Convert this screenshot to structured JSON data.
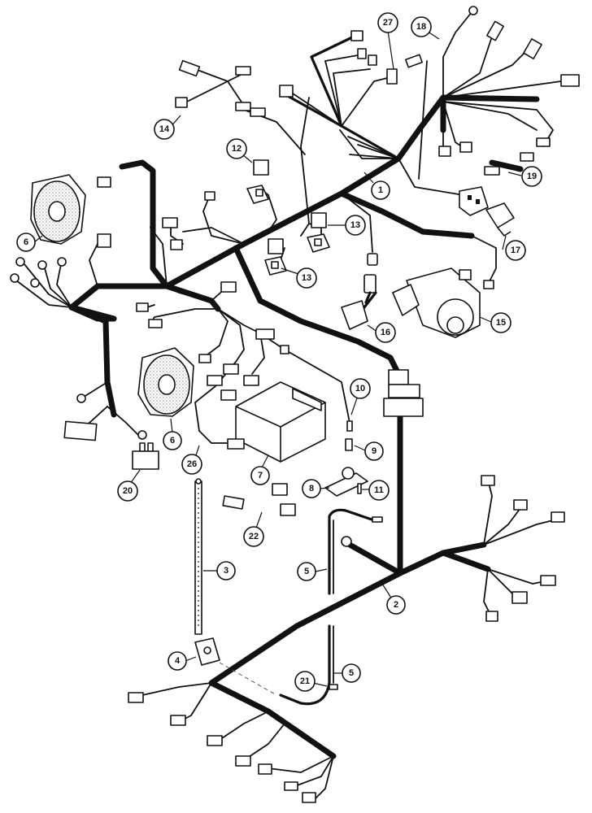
{
  "callouts": [
    {
      "id": "c1",
      "label": "1"
    },
    {
      "id": "c2",
      "label": "2"
    },
    {
      "id": "c3",
      "label": "3"
    },
    {
      "id": "c4",
      "label": "4"
    },
    {
      "id": "c5a",
      "label": "5"
    },
    {
      "id": "c5b",
      "label": "5"
    },
    {
      "id": "c6a",
      "label": "6"
    },
    {
      "id": "c6b",
      "label": "6"
    },
    {
      "id": "c7",
      "label": "7"
    },
    {
      "id": "c8",
      "label": "8"
    },
    {
      "id": "c9",
      "label": "9"
    },
    {
      "id": "c10",
      "label": "10"
    },
    {
      "id": "c11",
      "label": "11"
    },
    {
      "id": "c12",
      "label": "12"
    },
    {
      "id": "c13a",
      "label": "13"
    },
    {
      "id": "c13b",
      "label": "13"
    },
    {
      "id": "c14",
      "label": "14"
    },
    {
      "id": "c15",
      "label": "15"
    },
    {
      "id": "c16",
      "label": "16"
    },
    {
      "id": "c17",
      "label": "17"
    },
    {
      "id": "c18",
      "label": "18"
    },
    {
      "id": "c19",
      "label": "19"
    },
    {
      "id": "c20",
      "label": "20"
    },
    {
      "id": "c21",
      "label": "21"
    },
    {
      "id": "c22",
      "label": "22"
    },
    {
      "id": "c26",
      "label": "26"
    },
    {
      "id": "c27",
      "label": "27"
    }
  ],
  "colors": {
    "ink": "#111111",
    "paper": "#ffffff"
  }
}
